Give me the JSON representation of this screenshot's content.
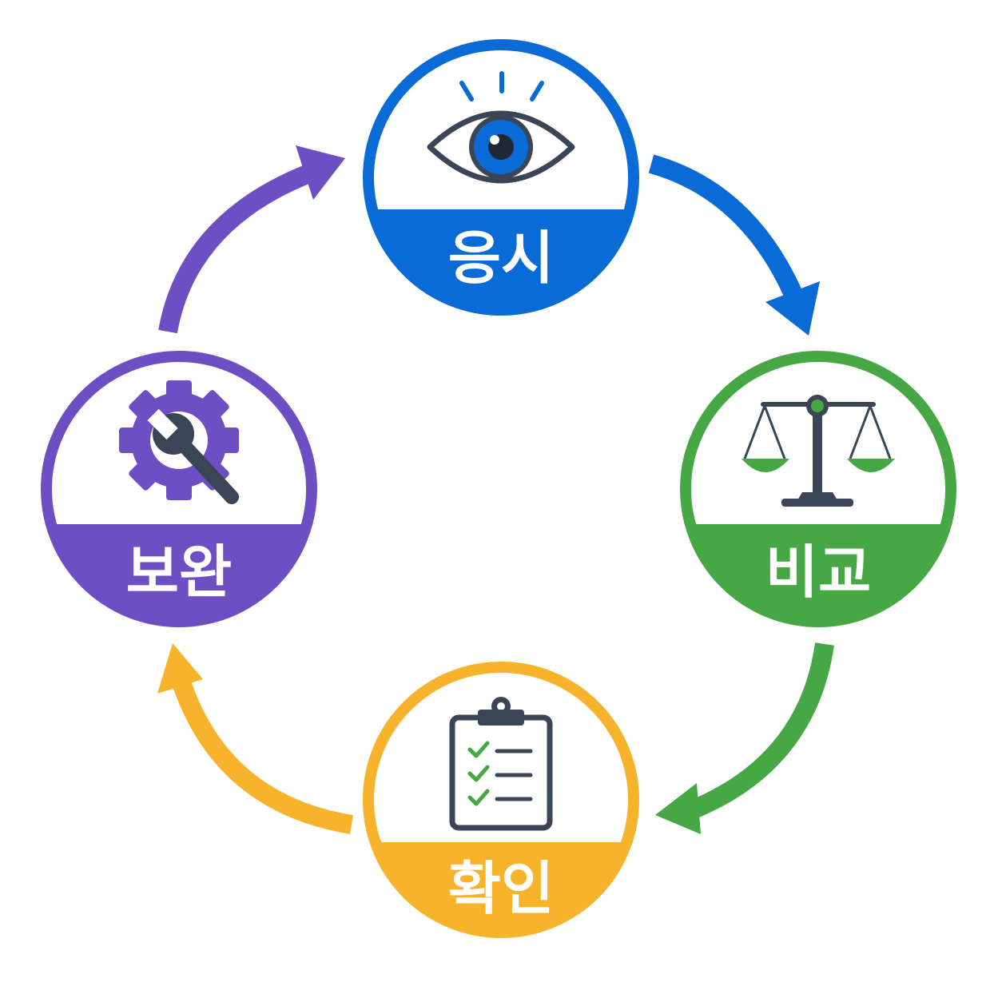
{
  "diagram": {
    "type": "cycle",
    "nodes": [
      {
        "id": "observe",
        "label": "응시",
        "icon": "eye-icon",
        "color": "#0B6BD6"
      },
      {
        "id": "compare",
        "label": "비교",
        "icon": "balance-scale-icon",
        "color": "#45A845"
      },
      {
        "id": "confirm",
        "label": "확인",
        "icon": "checklist-clipboard-icon",
        "color": "#F7B32B"
      },
      {
        "id": "improve",
        "label": "보완",
        "icon": "gear-wrench-icon",
        "color": "#6E4FC3"
      }
    ],
    "edges": [
      {
        "from": "observe",
        "to": "compare",
        "color": "#0B6BD6"
      },
      {
        "from": "compare",
        "to": "confirm",
        "color": "#45A845"
      },
      {
        "from": "confirm",
        "to": "improve",
        "color": "#F7B32B"
      },
      {
        "from": "improve",
        "to": "observe",
        "color": "#6E4FC3"
      }
    ],
    "icon_dark": "#3A4556"
  }
}
